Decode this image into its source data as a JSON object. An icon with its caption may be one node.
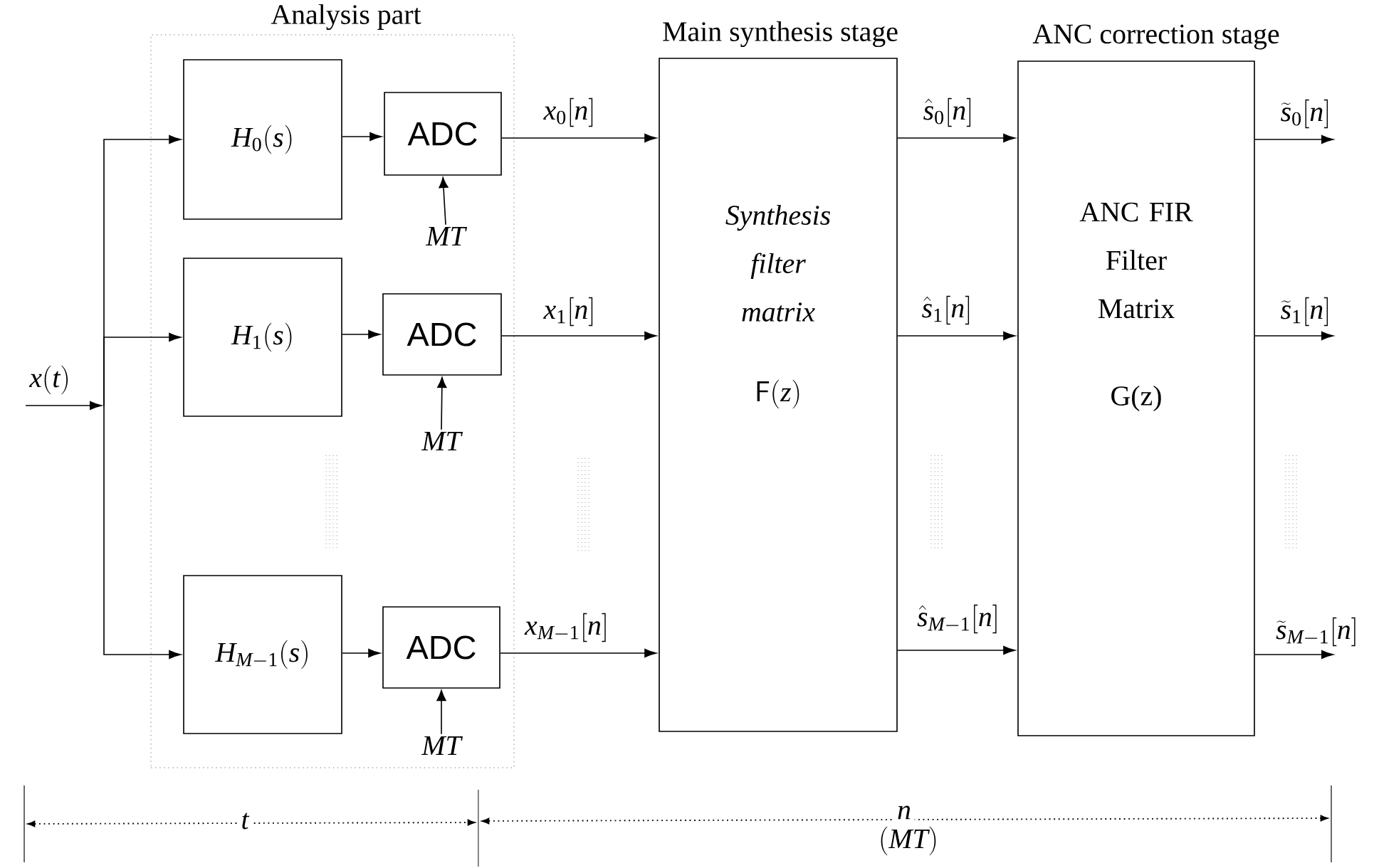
{
  "diagram": {
    "nodes": [
      {
        "text": [
          "Analysis part"
        ]
      },
      {
        "text": [
          "H_0(s)"
        ],
        "in": 0
      },
      {
        "text": [
          "ADC"
        ],
        "in": 0
      },
      {
        "text": [
          "H_1(s)"
        ],
        "in": 0
      },
      {
        "text": [
          "ADC"
        ],
        "in": 0
      },
      {
        "text": [
          "H_{M-1}(s)"
        ],
        "in": 0
      },
      {
        "text": [
          "ADC"
        ],
        "in": 0
      },
      {
        "text": [
          "Main synthesis stage",
          "Synthesis filter matrix",
          "\\mathsf{F}(z)"
        ]
      },
      {
        "text": [
          "ANC correction stage",
          "ANC FIR Filter Matrix",
          "G(z)"
        ]
      },
      {
        "text": [
          "MT"
        ],
        "in": 0
      },
      {
        "text": [
          "MT"
        ],
        "in": 0
      },
      {
        "text": [
          "MT"
        ],
        "in": 0
      }
    ],
    "edges": [
      {
        "from": null,
        "to": 1,
        "arrow": "to",
        "label": "x(t)"
      },
      {
        "from": null,
        "to": 3,
        "arrow": "to"
      },
      {
        "from": null,
        "to": 5,
        "arrow": "to"
      },
      {
        "from": 1,
        "to": 2,
        "arrow": "to"
      },
      {
        "from": 3,
        "to": 4,
        "arrow": "to"
      },
      {
        "from": 5,
        "to": 6,
        "arrow": "to"
      },
      {
        "from": 9,
        "to": 2,
        "arrow": "to"
      },
      {
        "from": 10,
        "to": 4,
        "arrow": "to"
      },
      {
        "from": 11,
        "to": 6,
        "arrow": "to"
      },
      {
        "from": 2,
        "to": 7,
        "arrow": "to",
        "label": "x_0[n]"
      },
      {
        "from": 4,
        "to": 7,
        "arrow": "to",
        "label": "x_1[n]"
      },
      {
        "from": 6,
        "to": 7,
        "arrow": "to",
        "label": "x_{M-1}[n]"
      },
      {
        "from": 7,
        "to": 8,
        "arrow": "to",
        "label": "\\hat{s}_0[n]"
      },
      {
        "from": 7,
        "to": 8,
        "arrow": "to",
        "label": "\\hat{s}_1[n]"
      },
      {
        "from": 7,
        "to": 8,
        "arrow": "to",
        "label": "\\hat{s}_{M-1}[n]"
      },
      {
        "from": 8,
        "to": null,
        "arrow": "to",
        "label": "\\widetilde{s}_0[n]"
      },
      {
        "from": 8,
        "to": null,
        "arrow": "to",
        "label": "\\widetilde{s}_1[n]"
      },
      {
        "from": 8,
        "to": null,
        "arrow": "to",
        "label": "\\widetilde{s}_{M-1}[n]"
      }
    ],
    "labels": [
      "t",
      "n",
      "(MT)"
    ]
  }
}
